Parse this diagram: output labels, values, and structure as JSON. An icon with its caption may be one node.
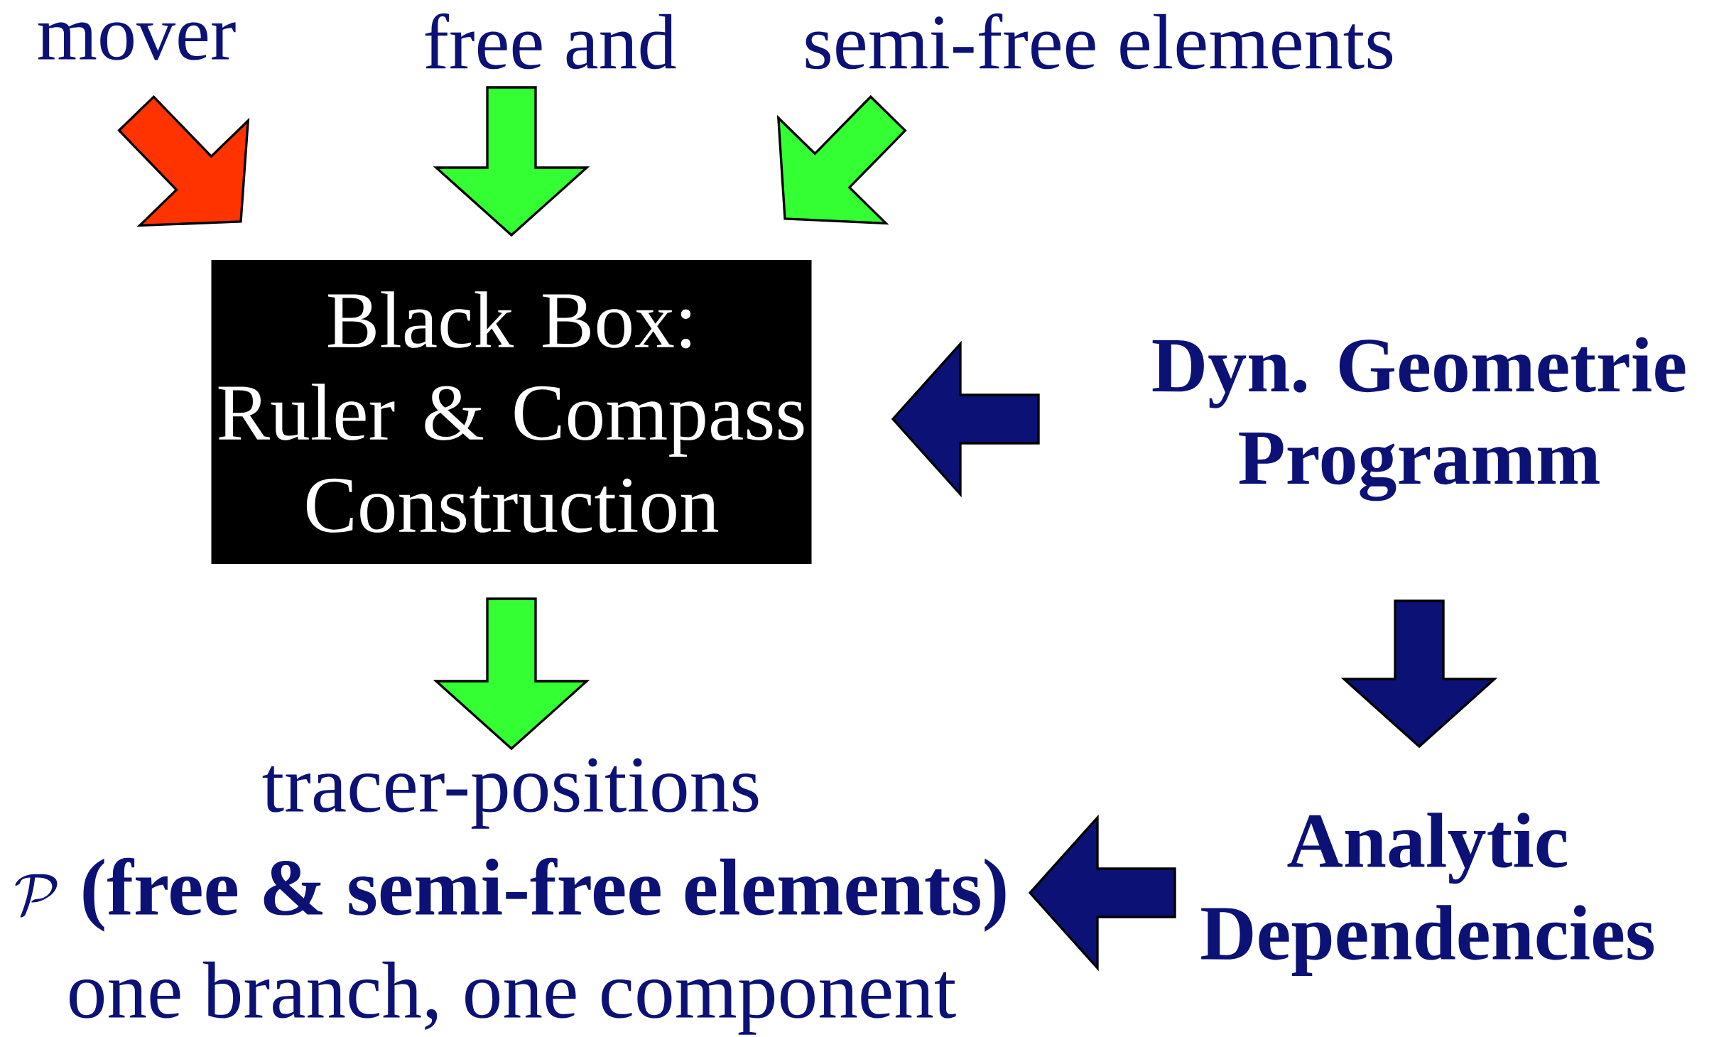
{
  "diagram": {
    "nodes": [
      {
        "text": [
          "mover"
        ]
      },
      {
        "text": [
          "free and"
        ]
      },
      {
        "text": [
          "semi-free elements"
        ]
      },
      {
        "text": [
          "Black Box:",
          "Ruler & Compass Construction"
        ]
      },
      {
        "text": [
          "Dyn. Geometrie Programm"
        ]
      },
      {
        "text": [
          "tracer-positions",
          "\\mathcal{P}",
          "(free & semi-free elements)",
          "one branch, one component"
        ]
      },
      {
        "text": [
          "Analytic Dependencies"
        ]
      }
    ],
    "edges": [
      {
        "from": 0,
        "to": 3,
        "arrow": "to",
        "color": "#ff3300"
      },
      {
        "from": 1,
        "to": 3,
        "arrow": "to",
        "color": "#33ff33"
      },
      {
        "from": 2,
        "to": 3,
        "arrow": "to",
        "color": "#33ff33"
      },
      {
        "from": 4,
        "to": 3,
        "arrow": "to",
        "color": "#0c1275"
      },
      {
        "from": 3,
        "to": 5,
        "arrow": "to",
        "color": "#33ff33"
      },
      {
        "from": 4,
        "to": 6,
        "arrow": "to",
        "color": "#0c1275"
      },
      {
        "from": 6,
        "to": 5,
        "arrow": "to",
        "color": "#0c1275"
      }
    ]
  }
}
